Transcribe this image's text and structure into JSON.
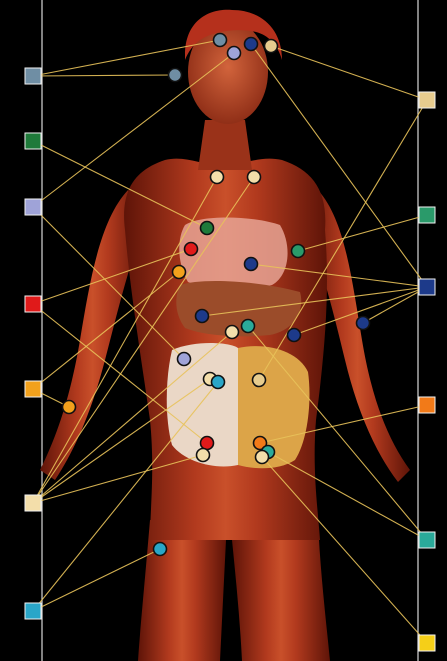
{
  "colors": {
    "background": "#000000",
    "rail": "#d9d9d9",
    "connector": "#e8c25a",
    "skin": "#a8321b",
    "skin_dark": "#5e1408",
    "skin_light": "#d2643c",
    "hair": "#b5301c",
    "organ_pink": "#e6a394",
    "liver": "#9b4c2a",
    "stomach": "#b57b2a",
    "intestine_small": "#ead7c6",
    "intestine_large": "#dca448"
  },
  "legend_squares": {
    "left": [
      {
        "id": "L1",
        "color": "#6f8ea4"
      },
      {
        "id": "L2",
        "color": "#1f7a3a"
      },
      {
        "id": "L3",
        "color": "#9fa3d8"
      },
      {
        "id": "L4",
        "color": "#e01a1a"
      },
      {
        "id": "L5",
        "color": "#f2a11c"
      },
      {
        "id": "L6",
        "color": "#f3deaa"
      },
      {
        "id": "L7",
        "color": "#2aa6c8"
      }
    ],
    "right": [
      {
        "id": "R1",
        "color": "#e7cc8e"
      },
      {
        "id": "R2",
        "color": "#2a9a6a"
      },
      {
        "id": "R3",
        "color": "#1d3a8a"
      },
      {
        "id": "R4",
        "color": "#f27a18"
      },
      {
        "id": "R5",
        "color": "#2aaa9a"
      },
      {
        "id": "R6",
        "color": "#f5cf18"
      }
    ]
  },
  "markers": [
    {
      "id": "m1",
      "color": "#6f8ea4",
      "square": "L1"
    },
    {
      "id": "m2",
      "color": "#6f8ea4",
      "square": "L1"
    },
    {
      "id": "m3",
      "color": "#9fa3d8",
      "square": "L3"
    },
    {
      "id": "m4",
      "color": "#1d3a8a",
      "square": "R3"
    },
    {
      "id": "m5",
      "color": "#e7cc8e",
      "square": "R1"
    },
    {
      "id": "m6",
      "color": "#f3deaa",
      "square": "L6"
    },
    {
      "id": "m7",
      "color": "#f3deaa",
      "square": "L6"
    },
    {
      "id": "m8",
      "color": "#1f7a3a",
      "square": "L2"
    },
    {
      "id": "m9",
      "color": "#e01a1a",
      "square": "L4"
    },
    {
      "id": "m10",
      "color": "#2a9a6a",
      "square": "R2"
    },
    {
      "id": "m11",
      "color": "#1d3a8a",
      "square": "R3"
    },
    {
      "id": "m12",
      "color": "#f2a11c",
      "square": "L5"
    },
    {
      "id": "m13",
      "color": "#1d3a8a",
      "square": "R3"
    },
    {
      "id": "m14",
      "color": "#2aaa9a",
      "square": "R5"
    },
    {
      "id": "m15",
      "color": "#f3deaa",
      "square": "L6"
    },
    {
      "id": "m16",
      "color": "#1d3a8a",
      "square": "R3"
    },
    {
      "id": "m17",
      "color": "#1d3a8a",
      "square": "R3"
    },
    {
      "id": "m18",
      "color": "#9fa3d8",
      "square": "L3"
    },
    {
      "id": "m19",
      "color": "#f3deaa",
      "square": "L6"
    },
    {
      "id": "m20",
      "color": "#2aa6c8",
      "square": "L7"
    },
    {
      "id": "m21",
      "color": "#e7cc8e",
      "square": "R1"
    },
    {
      "id": "m22",
      "color": "#f2a11c",
      "square": "L5"
    },
    {
      "id": "m23",
      "color": "#e01a1a",
      "square": "L4"
    },
    {
      "id": "m24",
      "color": "#f3deaa",
      "square": "L6"
    },
    {
      "id": "m25",
      "color": "#f27a18",
      "square": "R4"
    },
    {
      "id": "m26",
      "color": "#2aaa9a",
      "square": "R5"
    },
    {
      "id": "m27",
      "color": "#f3deaa",
      "square": "R6"
    },
    {
      "id": "m28",
      "color": "#2aa6c8",
      "square": "L7"
    }
  ]
}
